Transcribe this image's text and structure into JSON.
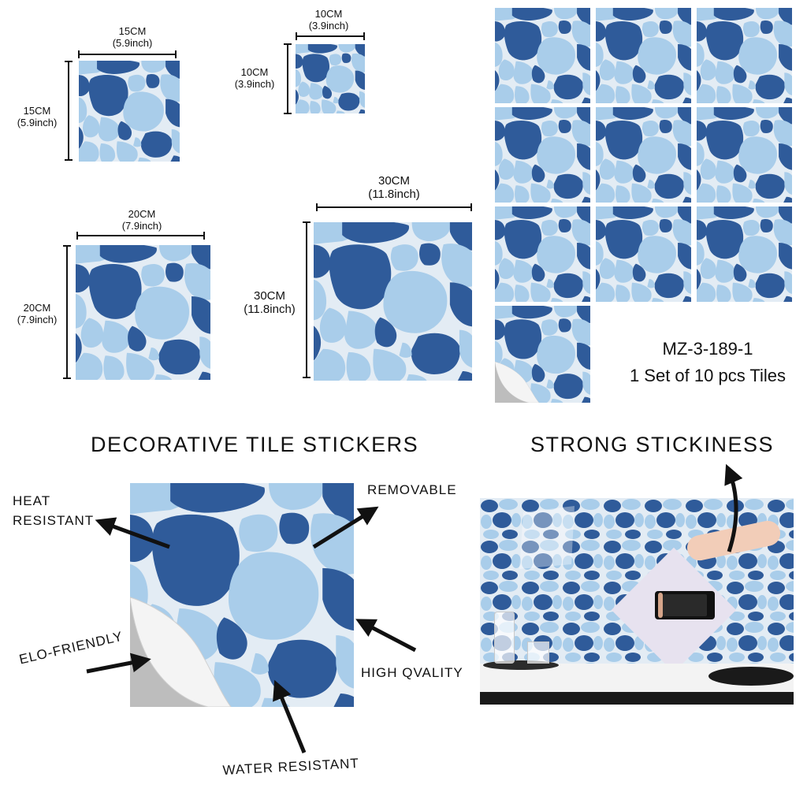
{
  "sizes": [
    {
      "cm": "15CM",
      "inch": "(5.9inch)"
    },
    {
      "cm": "10CM",
      "inch": "(3.9inch)"
    },
    {
      "cm": "20CM",
      "inch": "(7.9inch)"
    },
    {
      "cm": "30CM",
      "inch": "(11.8inch)"
    }
  ],
  "product": {
    "model": "MZ-3-189-1",
    "set_text": "1 Set of 10 pcs Tiles"
  },
  "headings": {
    "decorative": "DECORATIVE TILE STICKERS",
    "stickiness": "STRONG STICKINESS"
  },
  "features": {
    "heat_1": "HEAT",
    "heat_2": "RESISTANT",
    "removable": "REMOVABLE",
    "eco": "ELO-FRIENDLY",
    "quality": "HIGH QVALITY",
    "water": "WATER RESISTANT"
  },
  "colors": {
    "dark_stone": "#2f5b9a",
    "light_stone": "#a9cdea",
    "grout": "#e6eef5"
  },
  "icons": [
    "arrow-icon",
    "phone-icon",
    "peel-corner-icon"
  ]
}
